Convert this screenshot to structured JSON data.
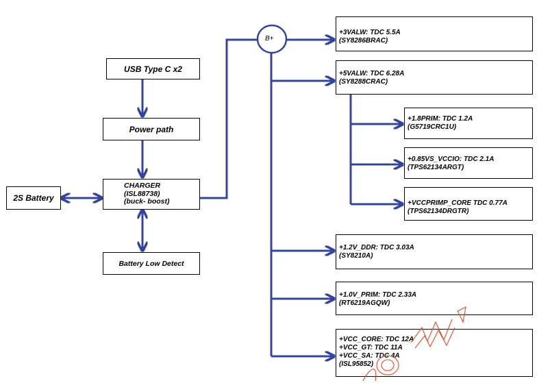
{
  "inputs": {
    "usb": "USB Type C x2",
    "power_path": "Power path",
    "charger": [
      "CHARGER",
      "(ISL88738)",
      "(buck-  boost)"
    ],
    "battery": "2S Battery",
    "battery_low": "Battery Low Detect",
    "bus_node": "B+"
  },
  "rails": [
    {
      "lines": [
        "+3VALW: TDC  5.5A",
        "(SY8286BRAC)"
      ]
    },
    {
      "lines": [
        "+5VALW: TDC  6.28A",
        "(SY8288CRAC)"
      ]
    },
    {
      "lines": [
        "+1.8PRIM: TDC  1.2A",
        "(G5719CRC1U)"
      ]
    },
    {
      "lines": [
        "+0.85VS_VCCIO: TDC  2.1A",
        "(TPS62134ARGT)"
      ]
    },
    {
      "lines": [
        "+VCCPRIMP_CORE TDC  0.77A",
        "(TPS62134DRGTR)"
      ]
    },
    {
      "lines": [
        "+1.2V_DDR: TDC  3.03A",
        "(SY8210A)"
      ]
    },
    {
      "lines": [
        "+1.0V_PRIM: TDC  2.33A",
        "(RT6219AGQW)"
      ]
    },
    {
      "lines": [
        "+VCC_CORE: TDC  12A",
        "+VCC_GT: TDC  11A",
        "+VCC_SA: TDC  4A",
        "(ISL95852)"
      ]
    }
  ],
  "colors": {
    "wire": "#3344a0",
    "border": "#000000",
    "watermark": "#e24c2c"
  }
}
